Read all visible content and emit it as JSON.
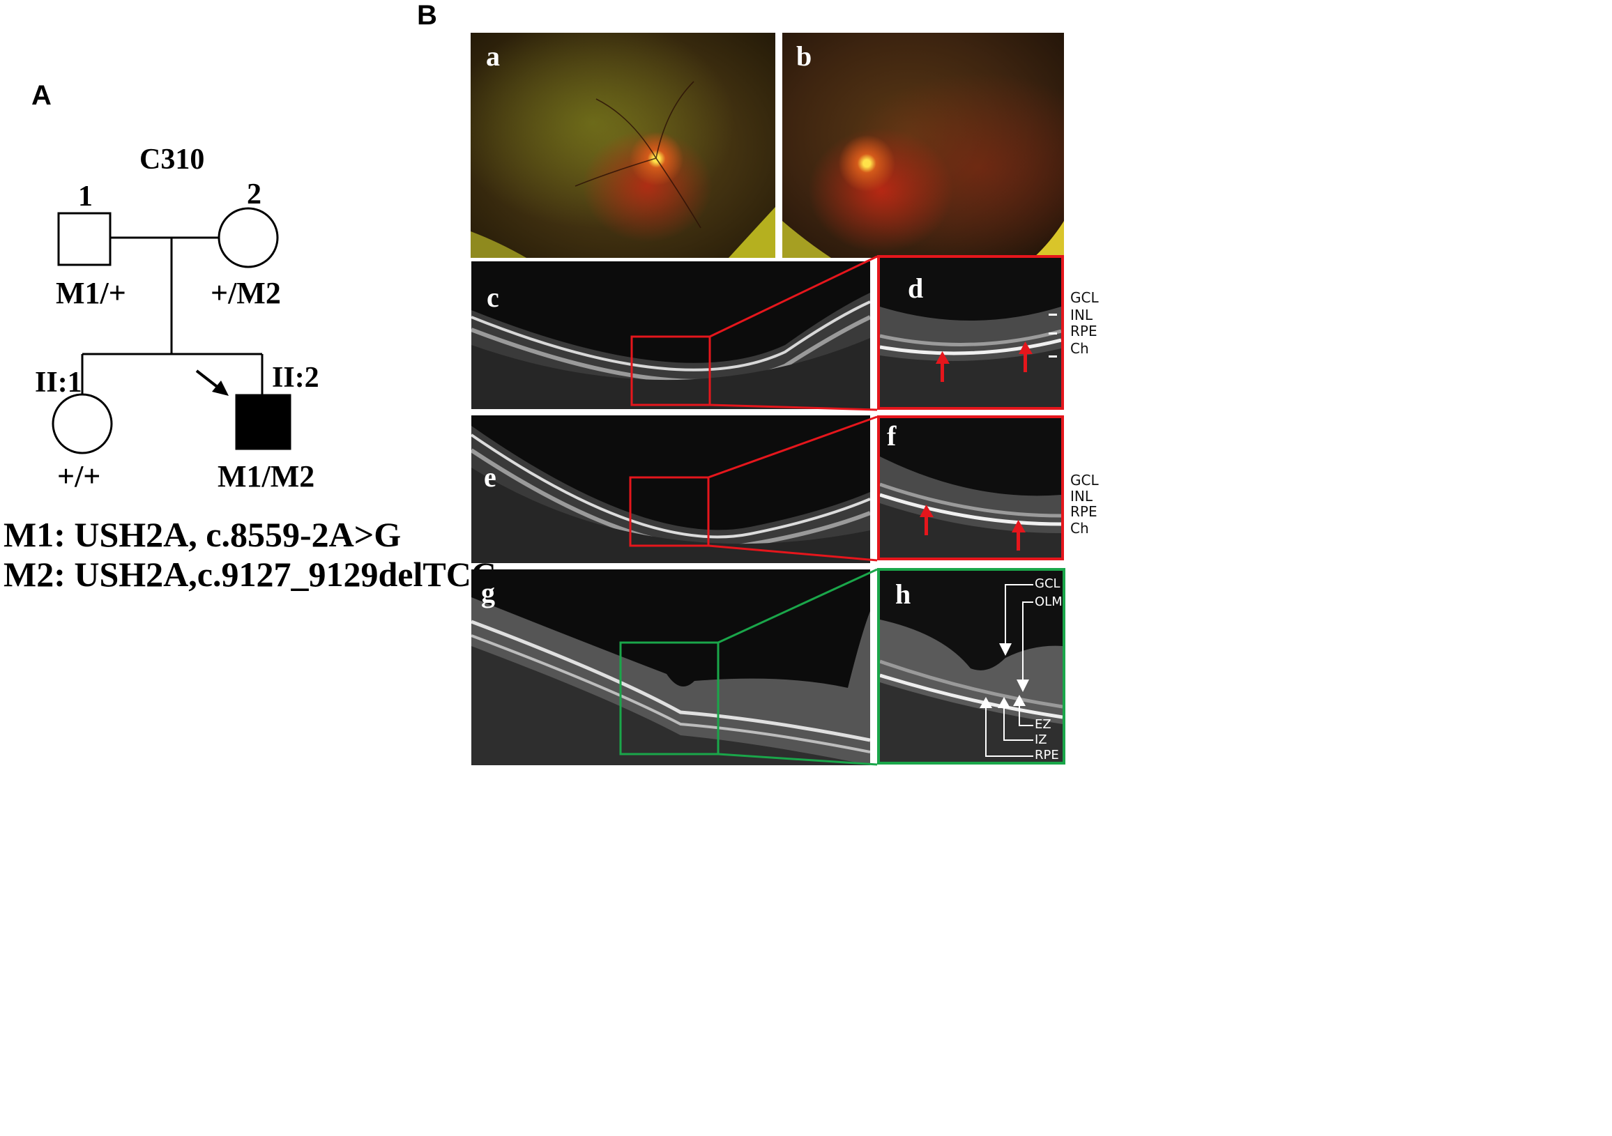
{
  "figure": {
    "panel_A": {
      "letter": "A",
      "family_id": "C310",
      "gen1_labels": [
        "1",
        "2"
      ],
      "gen2_labels": [
        "II:1",
        "II:2"
      ],
      "genotypes": {
        "father": "M1/+",
        "mother": "+/M2",
        "daughter": "+/+",
        "proband": "M1/M2"
      },
      "mutations": [
        "M1: USH2A, c.8559-2A>G",
        "M2: USH2A,c.9127_9129delTCC"
      ]
    },
    "panel_B": {
      "letter": "B",
      "sublabels": [
        "a",
        "b",
        "c",
        "d",
        "e",
        "f",
        "g",
        "h"
      ],
      "layers_d": [
        "GCL",
        "INL",
        "RPE",
        "Ch"
      ],
      "layers_f": [
        "GCL",
        "INL",
        "RPE",
        "Ch"
      ],
      "layers_h": [
        "GCL",
        "OLM",
        "EZ",
        "IZ",
        "RPE"
      ],
      "colors": {
        "zoom_box_affected": "#e5161c",
        "zoom_box_normal": "#1aa64a",
        "arrow_affected": "#e5161c",
        "arrow_normal": "#ffffff"
      }
    }
  }
}
